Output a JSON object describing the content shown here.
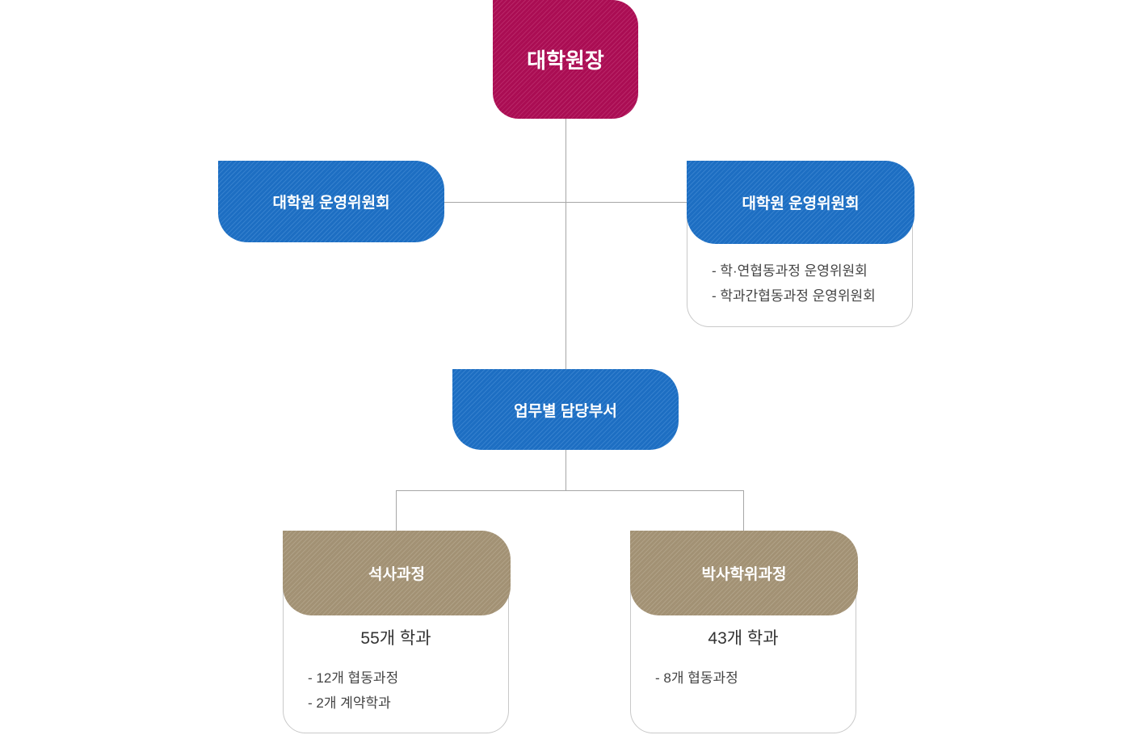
{
  "palette": {
    "magenta": "#b00d56",
    "blue": "#1e72c8",
    "tan": "#a79678",
    "connector": "#a6a6a6",
    "card_border": "#c9c9c9",
    "headline_text": "#333333",
    "list_text": "#444444"
  },
  "nodes": {
    "dean": {
      "label": "대학원장"
    },
    "committee_left": {
      "label": "대학원 운영위원회"
    },
    "committee_right": {
      "label": "대학원 운영위원회",
      "items": [
        "- 학·연협동과정 운영위원회",
        "- 학과간협동과정 운영위원회"
      ]
    },
    "dept": {
      "label": "업무별 담당부서"
    },
    "masters": {
      "label": "석사과정",
      "headline": "55개 학과",
      "items": [
        "- 12개 협동과정",
        "- 2개 계약학과"
      ]
    },
    "doctoral": {
      "label": "박사학위과정",
      "headline": "43개 학과",
      "items": [
        "- 8개 협동과정"
      ]
    }
  }
}
